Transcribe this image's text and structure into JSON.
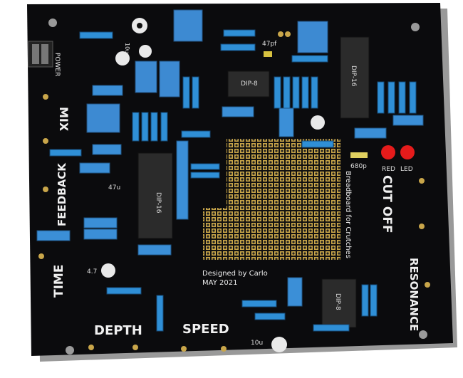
{
  "board": {
    "labels": {
      "power": "POWER",
      "mix": "MIX",
      "feedback": "FEEDBACK",
      "time": "TIME",
      "depth": "DEPTH",
      "speed": "SPEED",
      "cutoff": "CUT OFF",
      "resonance": "RESONANCE",
      "breadboard": "Breadboard for Crutches",
      "designed": "Designed by Carlo",
      "date": "MAY 2021"
    },
    "components": {
      "ic_left": "DIP-16",
      "ic_right": "DIP-16",
      "ic_top": "DIP-8",
      "ic_bottom": "DIP-8",
      "cap_47u": "47u",
      "cap_4_7": "4.7",
      "cap_10u": "10u",
      "cap_10u_top": "10u",
      "cap_47pf": "47pf",
      "cap_680p": "680p",
      "led_red": "RED",
      "led_led": "LED"
    },
    "colors": {
      "pcb": "#0b0b0d",
      "pad": "#c9a64a",
      "resistor": "#2f8fd6",
      "capacitor": "#3d8ad2",
      "ic": "#2b2b2b",
      "led": "#e51b1b"
    }
  }
}
